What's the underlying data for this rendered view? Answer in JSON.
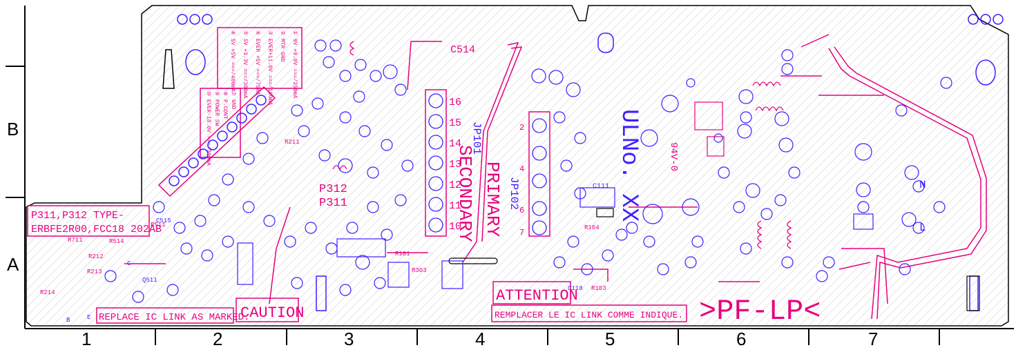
{
  "grid": {
    "columns": [
      "1",
      "2",
      "3",
      "4",
      "5",
      "6",
      "7"
    ],
    "rows": [
      "B",
      "A"
    ]
  },
  "labels": {
    "type_note_1": "P311,P312  TYPE-",
    "type_note_2": "ERBFE2R00,FCC18  202AB",
    "replace_note": "REPLACE IC LINK AS MARKED.",
    "caution": "CAUTION",
    "attention": "ATTENTION",
    "remplacer_note": "REMPLACER LE IC LINK COMME INDIQUE.",
    "secondary": "SECONDARY",
    "primary": "PRIMARY",
    "model": "ULNo. XX",
    "board_name": ">PF-LP<",
    "p312": "P312",
    "p311": "P311",
    "c514": "C514",
    "c111": "C111",
    "c118": "C118",
    "r103": "R103",
    "r104": "R104",
    "r101": "R101",
    "r303": "R303",
    "r211": "R211",
    "r711": "R711",
    "r514": "R514",
    "r212": "R212",
    "r213": "R213",
    "r214": "R214",
    "jp101": "JP101",
    "jp102": "JP102",
    "c515": "C515",
    "q511": "Q511",
    "r511": "R511",
    "letter_n": "N",
    "letter_l": "L",
    "lead_b": "B",
    "lead_e": "E",
    "lead_c": "C",
    "ul_mark": "94V-0",
    "pin_nums": [
      "16",
      "15",
      "14",
      "13",
      "12",
      "11",
      "10"
    ],
    "pin_nums_b": [
      "2",
      "4",
      "6",
      "7"
    ]
  },
  "connector_legend_right": [
    "① 9V +9.0V ===/250mA",
    "② MTR GND",
    "③ EVER+11.0V ===/100mA",
    "④ EVER +5V ===/75mA",
    "⑤ 5V +3.3V ===/300mA",
    "⑥ 5V +5V ===/400mA"
  ],
  "connector_legend_left": [
    "⑦ GND",
    "⑧ P.CONT",
    "⑨ POWER SW",
    "⑩ EVER-18.0V ===/300mA"
  ],
  "colors": {
    "copper_top": "#e6007e",
    "silk_bottom": "#3b1fff",
    "board_outline": "#000000",
    "hatch": "#c8c8c8"
  }
}
